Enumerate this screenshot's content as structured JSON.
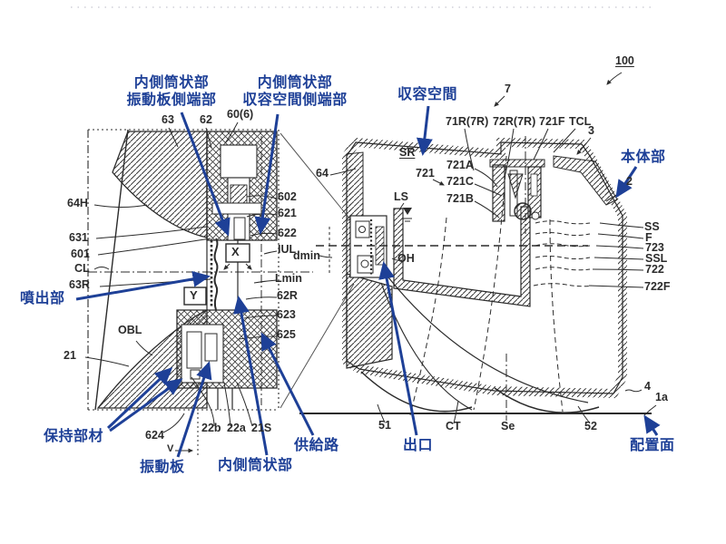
{
  "figure_type": "patent cross-section drawing (atomizer / liquid ejection device)",
  "colors": {
    "annotation_blue": "#1e4097",
    "ink": "#2b2b2b",
    "background": "#ffffff"
  },
  "annotations_blue": {
    "inner_tube_plate_end": "内側筒状部\n振動板側端部",
    "inner_tube_space_end": "内側筒状部\n収容空間側端部",
    "storage_space": "収容空間",
    "main_body": "本体部",
    "ejection_part": "噴出部",
    "holding_member": "保持部材",
    "vibration_plate": "振動板",
    "inner_tube": "内側筒状部",
    "supply_path": "供給路",
    "outlet": "出口",
    "placement_surface": "配置面"
  },
  "reference_numerals": {
    "n100": "100",
    "n7": "7",
    "n3": "3",
    "n2": "2",
    "n4": "4",
    "n1a": "1a",
    "n51": "51",
    "n52": "52",
    "nCT": "CT",
    "nSe": "Se",
    "nSS": "SS",
    "nF": "F",
    "n723": "723",
    "nSSL": "SSL",
    "n722": "722",
    "n722F": "722F",
    "n71R": "71R(7R)",
    "n72R": "72R(7R)",
    "n721F": "721F",
    "nTCL": "TCL",
    "nSR": "SR",
    "n721": "721",
    "n721A": "721A",
    "n721C": "721C",
    "n721B": "721B",
    "nLS": "LS",
    "nOH": "OH",
    "n64": "64",
    "n64H": "64H",
    "n631": "631",
    "n601": "601",
    "nCL": "CL",
    "n63R": "63R",
    "nOBL": "OBL",
    "n21": "21",
    "n624": "624",
    "n22b": "22b",
    "n22a": "22a",
    "n21S": "21S",
    "n60_6": "60(6)",
    "n62": "62",
    "n63": "63",
    "n602": "602",
    "n621": "621",
    "n622": "622",
    "nIUL": "IUL",
    "ndmin": "dmin",
    "nLmin": "Lmin",
    "n62R": "62R",
    "n623": "623",
    "n625": "625",
    "nX": "X",
    "nY": "Y",
    "nV": "V"
  }
}
